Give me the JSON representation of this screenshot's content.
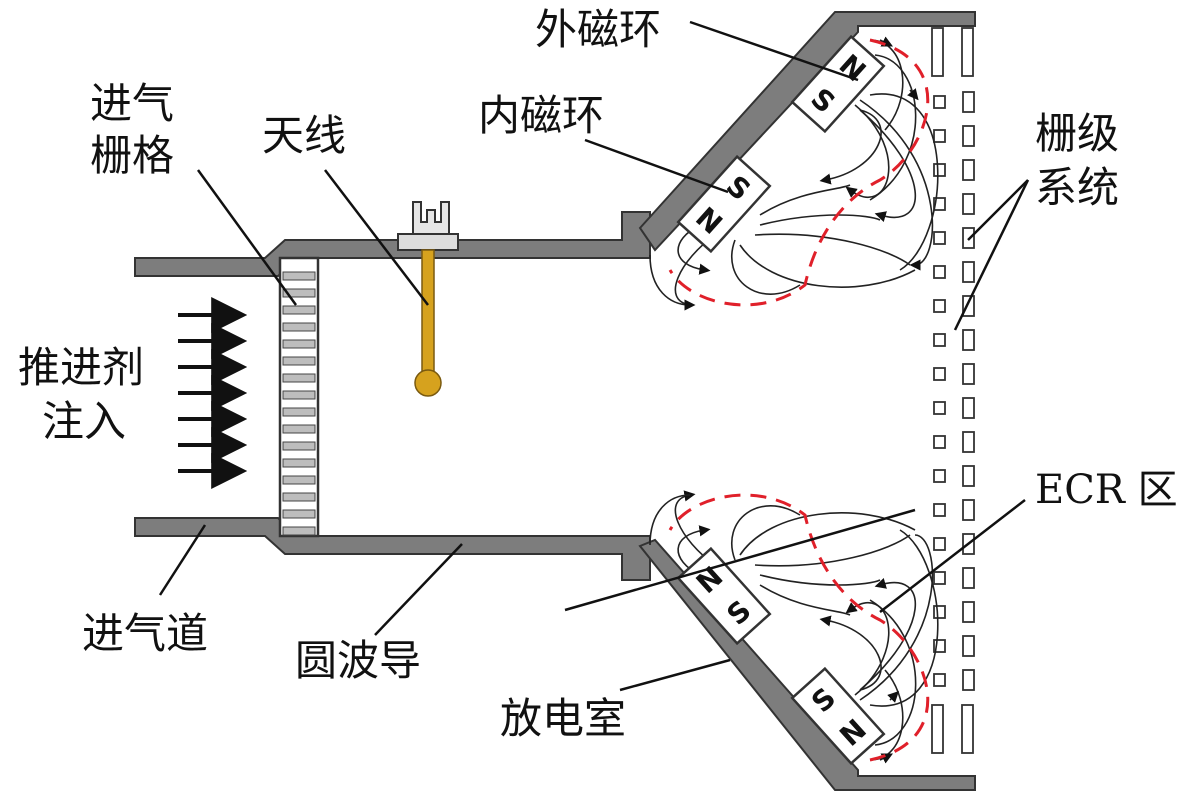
{
  "labels": {
    "outer_magnet_ring": "外磁环",
    "inner_magnet_ring": "内磁环",
    "inlet_grid_line1": "进气",
    "inlet_grid_line2": "栅格",
    "antenna": "天线",
    "grid_system_line1": "栅级",
    "grid_system_line2": "系统",
    "propellant_line1": "推进剂",
    "propellant_line2": "注入",
    "ecr_zone": "ECR 区",
    "inlet_duct": "进气道",
    "circular_waveguide": "圆波导",
    "discharge_chamber": "放电室"
  },
  "magnet_poles": {
    "north": "N",
    "south": "S"
  },
  "colors": {
    "wall": "#7d7d7d",
    "antenna": "#d6a21e",
    "ecr_boundary": "#e0202a",
    "magnet_fill": "#ffffff",
    "line": "#111111"
  }
}
